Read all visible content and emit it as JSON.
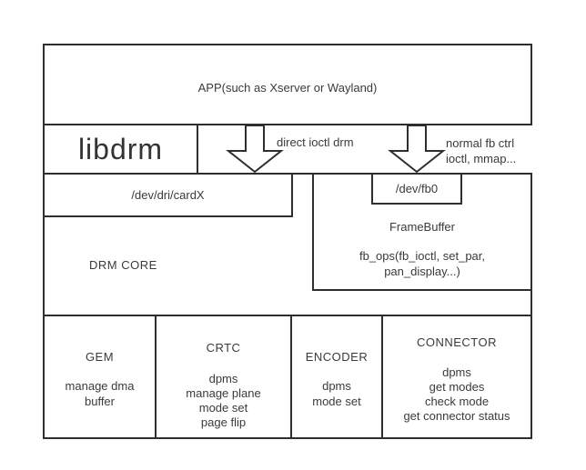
{
  "diagram": {
    "app": {
      "label": "APP(such as Xserver or Wayland)"
    },
    "libdrm": {
      "label": "libdrm"
    },
    "arrows": {
      "direct": {
        "label": "direct ioctl drm"
      },
      "normal": {
        "lines": [
          "normal fb ctrl",
          "ioctl, mmap..."
        ]
      }
    },
    "dev_dri": {
      "label": "/dev/dri/cardX"
    },
    "drm_core": {
      "label": "DRM CORE"
    },
    "framebuffer": {
      "dev_fb0": "/dev/fb0",
      "title": "FrameBuffer",
      "ops_lines": [
        "fb_ops(fb_ioctl, set_par,",
        "pan_display...)"
      ]
    },
    "components": [
      {
        "name": "GEM",
        "features": [
          "manage dma",
          "buffer"
        ]
      },
      {
        "name": "CRTC",
        "features": [
          "dpms",
          "manage plane",
          "mode set",
          "page flip"
        ]
      },
      {
        "name": "ENCODER",
        "features": [
          "dpms",
          "mode set"
        ]
      },
      {
        "name": "CONNECTOR",
        "features": [
          "dpms",
          "get modes",
          "check mode",
          "get connector status"
        ]
      }
    ],
    "colors": {
      "line": "#2e2e2e",
      "text": "#3a3a3a",
      "background": "#ffffff"
    }
  }
}
